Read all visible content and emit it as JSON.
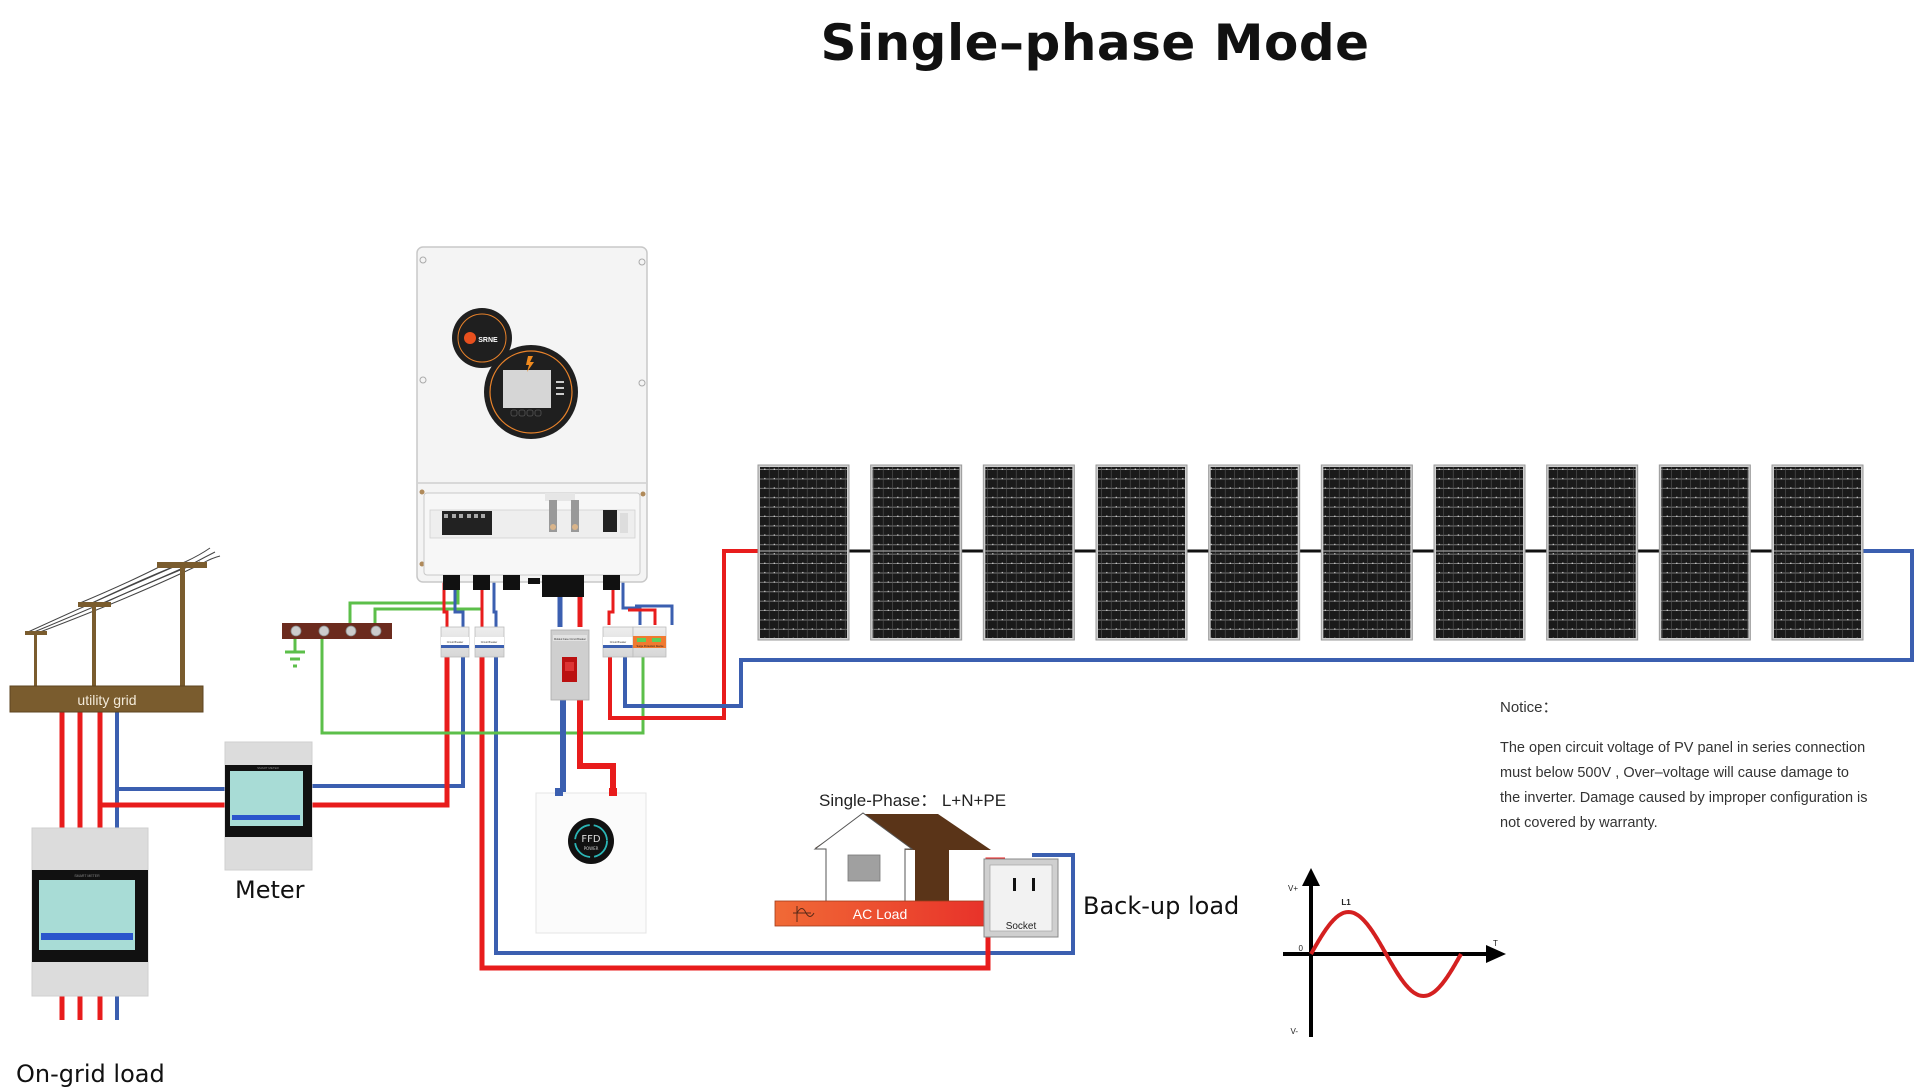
{
  "title": "Single–phase Mode",
  "labels": {
    "utility_grid": "utility grid",
    "meter": "Meter",
    "on_grid_load": "On-grid load",
    "backup_load": "Back-up load",
    "single_phase_spec": "Single-Phase： L+N+PE",
    "ac_load": "AC Load",
    "socket": "Socket",
    "inverter_brand": "SRNE",
    "battery_brand_line1": "FFD",
    "battery_brand_line2": "POWER",
    "circuit_breaker": "Circuit Breaker",
    "molded_case_breaker": "Molded Case Circuit Breaker",
    "surge_protection": "Surge Protection Device",
    "smart_meter": "SMART METER"
  },
  "notice": {
    "heading": "Notice：",
    "lines": [
      "The open circuit voltage of PV panel in series connection",
      "must below 500V , Over–voltage will cause damage to",
      "the inverter. Damage caused by improper configuration is",
      "not covered by warranty."
    ]
  },
  "pv_array": {
    "panel_count": 10,
    "connection": "series"
  },
  "waveform": {
    "y_top_label": "V+",
    "y_bottom_label": "V-",
    "origin_label": "0",
    "x_label": "T",
    "series_label": "L1",
    "cycles": 1
  },
  "colors": {
    "live": "#e81c1c",
    "neutral": "#3b5fb0",
    "earth": "#5cbf4a",
    "pv_link": "#111111",
    "grid_brown": "#7a5c2e",
    "busbar": "#6b2b1e",
    "ac_load_orange": "#f0552a",
    "surge_orange": "#f07a30",
    "wave_red": "#d42020"
  }
}
